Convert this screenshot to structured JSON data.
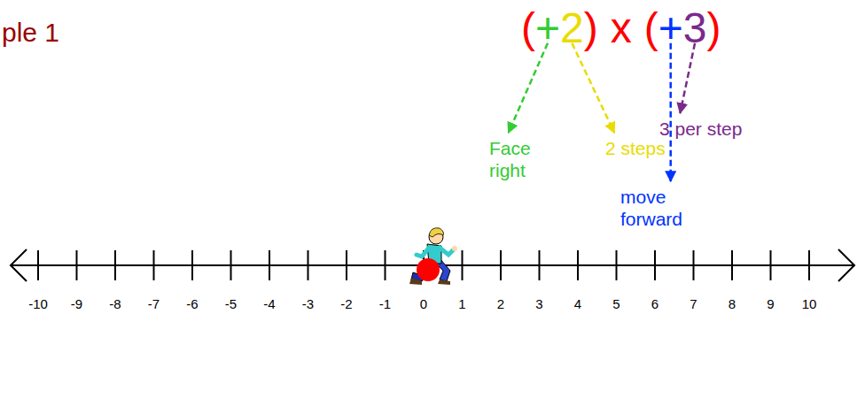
{
  "diagram": {
    "title": "ple 1",
    "labels": [
      "(",
      "+",
      "2",
      ")",
      "x",
      "(",
      "+",
      "3",
      ")",
      "Face right",
      "2 steps",
      "move forward",
      "3 per step",
      "-10",
      "-9",
      "-8",
      "-7",
      "-6",
      "-5",
      "-4",
      "-3",
      "-2",
      "-1",
      "0",
      "1",
      "2",
      "3",
      "4",
      "5",
      "6",
      "7",
      "8",
      "9",
      "10"
    ]
  }
}
